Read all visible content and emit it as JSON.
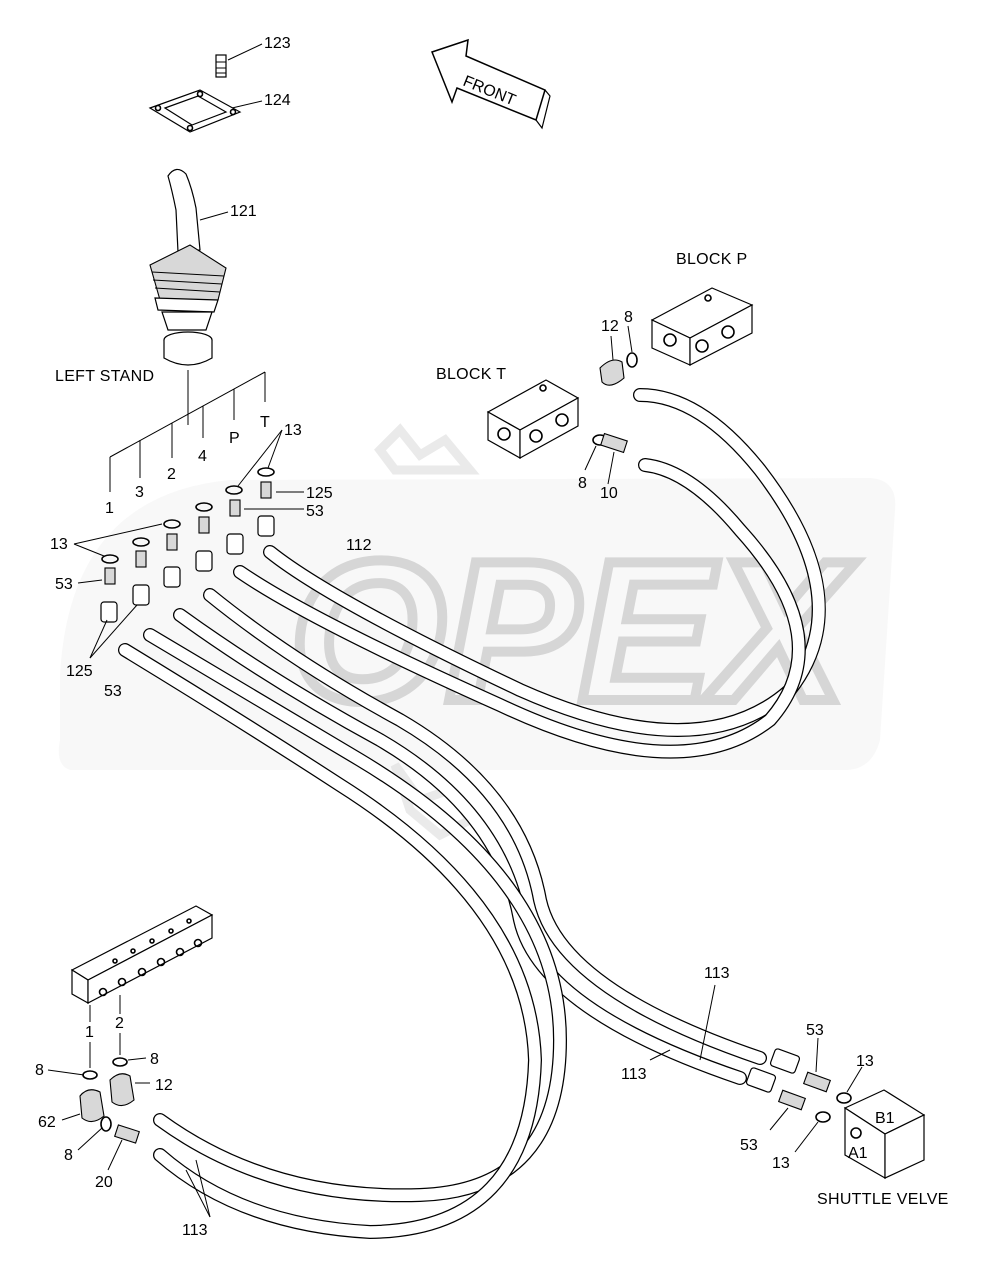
{
  "watermark": "OPEX",
  "labels": {
    "front": "FRONT",
    "block_p": "BLOCK P",
    "block_t": "BLOCK T",
    "left_stand": "LEFT STAND",
    "shuttle_valve": "SHUTTLE VELVE",
    "port_1": "1",
    "port_2": "2",
    "port_3": "3",
    "port_4": "4",
    "port_p": "P",
    "port_t": "T",
    "port_b1": "B1",
    "port_a1": "A1",
    "sub_port_1": "1",
    "sub_port_2": "2"
  },
  "parts": {
    "p123": "123",
    "p124": "124",
    "p121": "121",
    "p112": "112",
    "p13_top": "13",
    "p13_left": "13",
    "p13_right_a": "13",
    "p13_right_b": "13",
    "p125_right": "125",
    "p125_left": "125",
    "p53_right": "53",
    "p53_left_a": "53",
    "p53_left_b": "53",
    "p53_shuttle_a": "53",
    "p53_shuttle_b": "53",
    "p12_blockp": "12",
    "p8_blockp": "8",
    "p8_blockt": "8",
    "p10": "10",
    "p113_a": "113",
    "p113_b": "113",
    "p113_c": "113",
    "p8_sub_a": "8",
    "p8_sub_b": "8",
    "p8_sub_c": "8",
    "p12_sub": "12",
    "p62": "62",
    "p20": "20"
  }
}
